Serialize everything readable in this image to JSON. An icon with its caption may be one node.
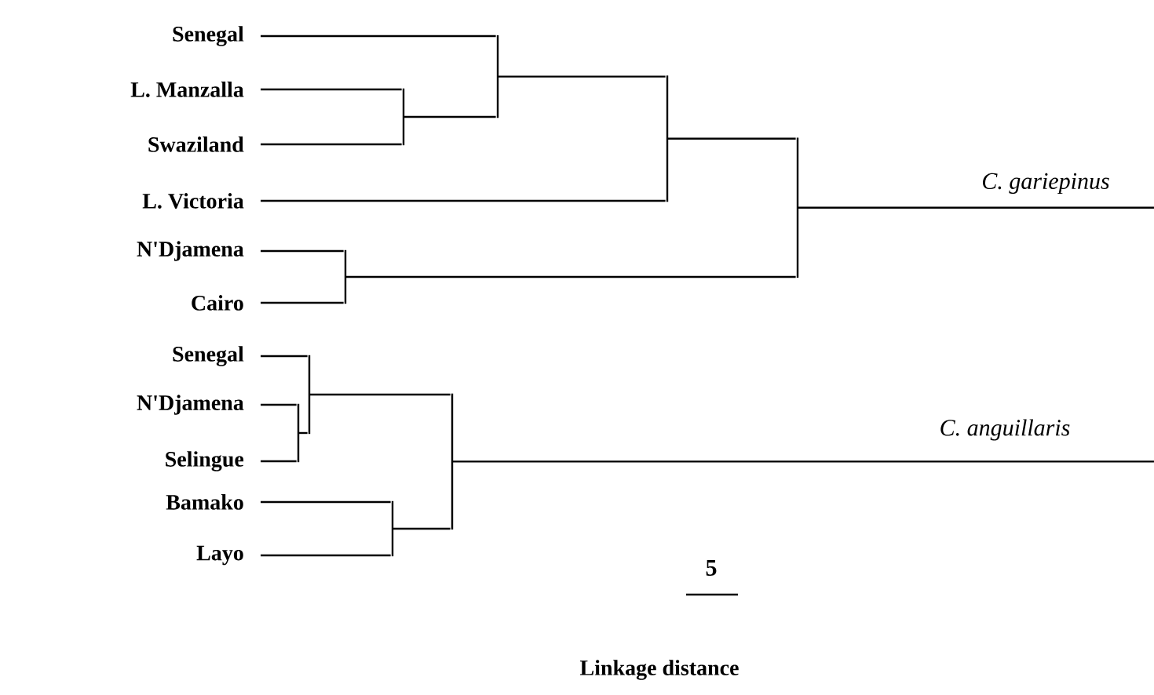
{
  "diagram": {
    "nodes": [
      {
        "text": [
          "Senegal"
        ]
      },
      {
        "text": [
          "L. Manzalla"
        ]
      },
      {
        "text": [
          "Swaziland"
        ]
      },
      {
        "text": [
          "L. Victoria"
        ]
      },
      {
        "text": [
          "N'Djamena"
        ]
      },
      {
        "text": [
          "Cairo"
        ]
      },
      {
        "text": [
          "Senegal"
        ]
      },
      {
        "text": [
          "N'Djamena"
        ]
      },
      {
        "text": [
          "Selingue"
        ]
      },
      {
        "text": [
          "Bamako"
        ]
      },
      {
        "text": [
          "Layo"
        ]
      },
      {
        "text": [],
        "shape": "bar"
      },
      {
        "text": [],
        "shape": "bar"
      },
      {
        "text": [],
        "shape": "bar"
      },
      {
        "text": [],
        "shape": "bar"
      },
      {
        "text": [],
        "shape": "bar"
      },
      {
        "text": [],
        "shape": "bar"
      },
      {
        "text": [],
        "shape": "bar"
      },
      {
        "text": [],
        "shape": "bar"
      },
      {
        "text": [],
        "shape": "bar"
      }
    ],
    "edges": [
      {
        "from": 1,
        "to": 11,
        "arrow": "none"
      },
      {
        "from": 2,
        "to": 11,
        "arrow": "none"
      },
      {
        "from": 0,
        "to": 12,
        "arrow": "none"
      },
      {
        "from": 11,
        "to": 12,
        "arrow": "none"
      },
      {
        "from": 12,
        "to": 13,
        "arrow": "none"
      },
      {
        "from": 3,
        "to": 13,
        "arrow": "none"
      },
      {
        "from": 4,
        "to": 14,
        "arrow": "none"
      },
      {
        "from": 5,
        "to": 14,
        "arrow": "none"
      },
      {
        "from": 13,
        "to": 15,
        "arrow": "none"
      },
      {
        "from": 14,
        "to": 15,
        "arrow": "none"
      },
      {
        "from": 15,
        "to": null,
        "arrow": "none",
        "label": "*C. gariepinus*"
      },
      {
        "from": 7,
        "to": 16,
        "arrow": "none"
      },
      {
        "from": 8,
        "to": 16,
        "arrow": "none"
      },
      {
        "from": 6,
        "to": 17,
        "arrow": "none"
      },
      {
        "from": 16,
        "to": 17,
        "arrow": "none"
      },
      {
        "from": 9,
        "to": 18,
        "arrow": "none"
      },
      {
        "from": 10,
        "to": 18,
        "arrow": "none"
      },
      {
        "from": 17,
        "to": 19,
        "arrow": "none"
      },
      {
        "from": 18,
        "to": 19,
        "arrow": "none"
      },
      {
        "from": 19,
        "to": null,
        "arrow": "none",
        "label": "*C. anguillaris*"
      }
    ],
    "labels": [
      "5",
      "Linkage distance"
    ]
  }
}
